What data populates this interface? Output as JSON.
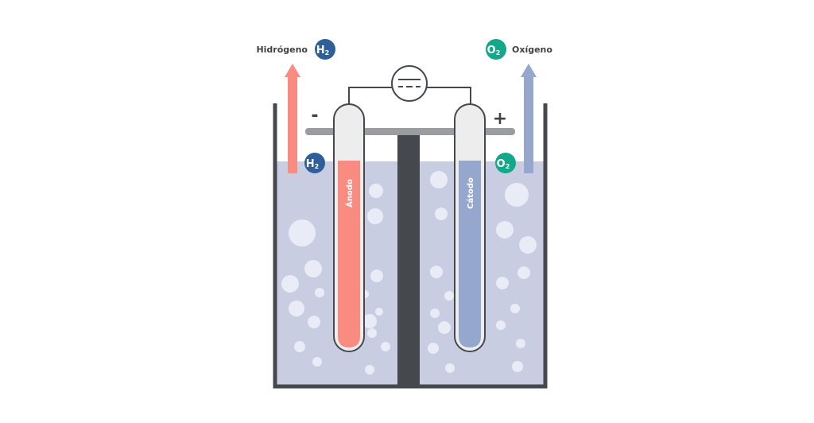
{
  "labels": {
    "hydrogen": "Hidrógeno",
    "oxygen": "Oxígeno",
    "anode": "Ánodo",
    "cathode": "Cátodo",
    "minus": "-",
    "plus": "+"
  },
  "badges": {
    "h2": {
      "main": "H",
      "sub": "2",
      "color": "#2f5f98"
    },
    "o2": {
      "main": "O",
      "sub": "2",
      "color": "#13a88a"
    }
  },
  "icons": {
    "power_source": "dc-power-source-icon",
    "hydrogen_arrow": "arrow-up-icon",
    "oxygen_arrow": "arrow-up-icon"
  },
  "colors": {
    "electrolyte": "#c8cde2",
    "tank": "#45484d",
    "anode": "#fa8b80",
    "cathode": "#95a7cd",
    "hydrogen_arrow": "#fa8b80",
    "oxygen_arrow": "#95a7cd",
    "tube_glass": "#ededed",
    "bubble": "#e9ecf6"
  }
}
